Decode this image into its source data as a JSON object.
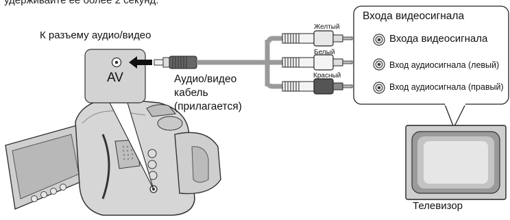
{
  "header": {
    "cut_text": "удерживайте ее более 2 секунд."
  },
  "camcorder": {
    "port_title": "К разъему аудио/видео",
    "port_label": "AV"
  },
  "cable": {
    "label": "Аудио/видео кабель (прилагается)"
  },
  "plug_colors": {
    "yellow_label": "Желтый",
    "white_label": "Белый",
    "red_label": "Красный"
  },
  "tv_panel": {
    "title": "Входа видеосигнала",
    "inputs": [
      "Входа видеосигнала",
      "Вход аудиосигнала (левый)",
      "Вход аудиосигнала (правый)"
    ]
  },
  "tv": {
    "label": "Телевизор"
  }
}
